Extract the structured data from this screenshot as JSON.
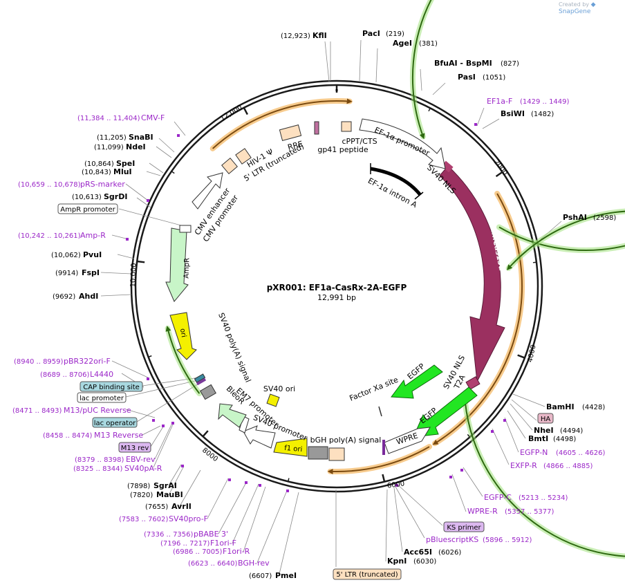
{
  "credit": {
    "prefix": "Created by",
    "brand": "SnapGene"
  },
  "title": "pXR001: EF1a-CasRx-2A-EGFP",
  "length": "12,991 bp",
  "ring_ticks": [
    "2000",
    "4000",
    "6000",
    "8000",
    "10,000",
    "12,000"
  ],
  "enzymes_right": [
    {
      "name": "PacI",
      "pos": "(219)"
    },
    {
      "name": "AgeI",
      "pos": "(381)"
    },
    {
      "name": "BfuAI  - BspMI",
      "pos": "(827)"
    },
    {
      "name": "PasI",
      "pos": "(1051)"
    },
    {
      "name": "BsiWI",
      "pos": "(1482)"
    },
    {
      "name": "PshAI",
      "pos": "(2598)"
    },
    {
      "name": "BamHI",
      "pos": "(4428)"
    },
    {
      "name": "NheI",
      "pos": "(4494)"
    },
    {
      "name": "BmtI",
      "pos": "(4498)"
    },
    {
      "name": "Acc65I",
      "pos": "(6026)"
    },
    {
      "name": "KpnI",
      "pos": "(6030)"
    }
  ],
  "enzymes_left": [
    {
      "name": "KflI",
      "pos": "(12,923)"
    },
    {
      "name": "SnaBI",
      "pos": "(11,205)"
    },
    {
      "name": "NdeI",
      "pos": "(11,099)"
    },
    {
      "name": "SpeI",
      "pos": "(10,864)"
    },
    {
      "name": "MluI",
      "pos": "(10,843)"
    },
    {
      "name": "SgrDI",
      "pos": "(10,613)"
    },
    {
      "name": "PvuI",
      "pos": "(10,062)"
    },
    {
      "name": "FspI",
      "pos": "(9914)"
    },
    {
      "name": "AhdI",
      "pos": "(9692)"
    },
    {
      "name": "SgrAI",
      "pos": "(7898)"
    },
    {
      "name": "MauBI",
      "pos": "(7820)"
    },
    {
      "name": "AvrII",
      "pos": "(7655)"
    },
    {
      "name": "PmeI",
      "pos": "(6607)"
    }
  ],
  "primers_right": [
    {
      "name": "EF1a-F",
      "pos": "(1429 .. 1449)"
    },
    {
      "name": "EGFP-N",
      "pos": "(4605 .. 4626)"
    },
    {
      "name": "EXFP-R",
      "pos": "(4866 .. 4885)"
    },
    {
      "name": "EGFP-C",
      "pos": "(5213 .. 5234)"
    },
    {
      "name": "WPRE-R",
      "pos": "(5357 .. 5377)"
    },
    {
      "name": "pBluescriptKS",
      "pos": "(5896 .. 5912)"
    }
  ],
  "primers_left": [
    {
      "name": "CMV-F",
      "pos": "(11,384 .. 11,404)"
    },
    {
      "name": "pRS-marker",
      "pos": "(10,659 .. 10,678)"
    },
    {
      "name": "Amp-R",
      "pos": "(10,242 .. 10,261)"
    },
    {
      "name": "pBR322ori-F",
      "pos": "(8940 .. 8959)"
    },
    {
      "name": "L4440",
      "pos": "(8689 .. 8706)"
    },
    {
      "name": "M13/pUC Reverse",
      "pos": "(8471 .. 8493)"
    },
    {
      "name": "M13 Reverse",
      "pos": "(8458 .. 8474)"
    },
    {
      "name": "EBV-rev",
      "pos": "(8379 .. 8398)"
    },
    {
      "name": "SV40pA-R",
      "pos": "(8325 .. 8344)"
    },
    {
      "name": "SV40pro-F",
      "pos": "(7583 .. 7602)"
    },
    {
      "name": "pBABE 3'",
      "pos": "(7336 .. 7356)"
    },
    {
      "name": "F1ori-F",
      "pos": "(7196 .. 7217)"
    },
    {
      "name": "F1ori-R",
      "pos": "(6986 .. 7005)"
    },
    {
      "name": "BGH-rev",
      "pos": "(6623 .. 6640)"
    }
  ],
  "boxed_labels": [
    {
      "name": "HA",
      "kind": "pink"
    },
    {
      "name": "KS primer",
      "kind": "purple"
    },
    {
      "name": "5' LTR (truncated)",
      "kind": "peach"
    },
    {
      "name": "AmpR promoter",
      "kind": "white"
    },
    {
      "name": "CAP binding site",
      "kind": "teal"
    },
    {
      "name": "lac promoter",
      "kind": "white"
    },
    {
      "name": "lac operator",
      "kind": "teal"
    },
    {
      "name": "M13 rev",
      "kind": "purple"
    }
  ],
  "features": [
    {
      "name": "EF-1α promoter"
    },
    {
      "name": "SV40 NLS"
    },
    {
      "name": "RfxCas13d"
    },
    {
      "name": "SV40 NLS"
    },
    {
      "name": "T2A"
    },
    {
      "name": "EGFP"
    },
    {
      "name": "EGFP"
    },
    {
      "name": "Factor Xa site"
    },
    {
      "name": "WPRE"
    },
    {
      "name": "bGH poly(A) signal"
    },
    {
      "name": "f1 ori"
    },
    {
      "name": "SV40 promoter"
    },
    {
      "name": "EM7 promoter"
    },
    {
      "name": "BleoR"
    },
    {
      "name": "SV40 ori"
    },
    {
      "name": "SV40 poly(A) signal"
    },
    {
      "name": "ori"
    },
    {
      "name": "AmpR"
    },
    {
      "name": "CMV enhancer"
    },
    {
      "name": "CMV promoter"
    },
    {
      "name": "5' LTR (truncated)"
    },
    {
      "name": "HIV-1 Ψ"
    },
    {
      "name": "RRE"
    },
    {
      "name": "cPPT/CTS"
    },
    {
      "name": "gp41 peptide"
    },
    {
      "name": "EF-1α intron A"
    }
  ],
  "colors": {
    "backbone": "#1a1a1a",
    "primer": "#9b27c8",
    "cas": "#9b3060",
    "egfp": "#22e622",
    "ori": "#f4f000",
    "ampr": "#c8f5c8",
    "ltr": "#fde0c0",
    "orf_orange": "#f0a030",
    "orf_green": "#5a9e2a"
  }
}
